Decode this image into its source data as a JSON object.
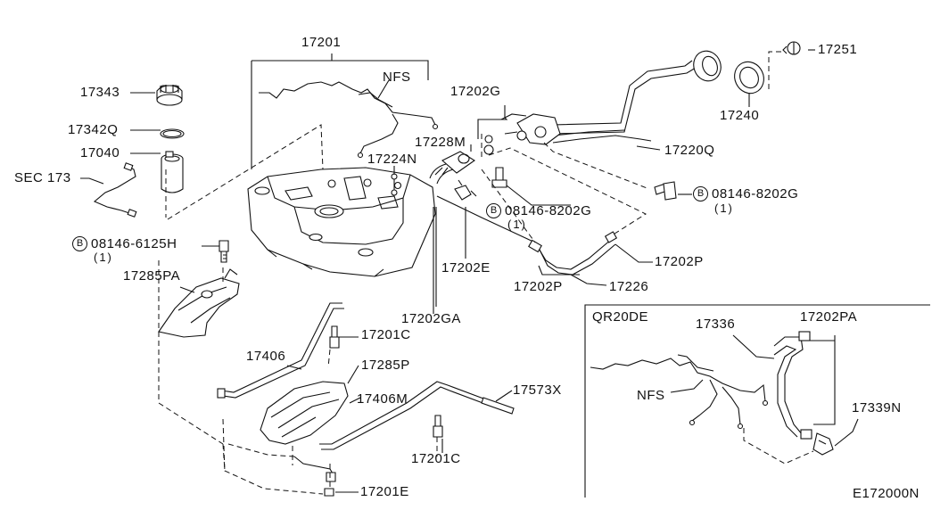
{
  "labels": {
    "p17201": "17201",
    "nfs_top": "NFS",
    "p17343": "17343",
    "p17342q": "17342Q",
    "p17040": "17040",
    "sec173": "SEC 173",
    "p17202g": "17202G",
    "p17228m": "17228M",
    "p17224n": "17224N",
    "p17251": "17251",
    "p17240": "17240",
    "p17220q": "17220Q",
    "bolt_a": "08146-8202G",
    "bolt_a_qty": "(1)",
    "bolt_b": "08146-8202G",
    "bolt_b_qty": "(1)",
    "bolt_c": "08146-6125H",
    "bolt_c_qty": "(1)",
    "p17285pa": "17285PA",
    "p17202e": "17202E",
    "p17202p_a": "17202P",
    "p17202p_b": "17202P",
    "p17226": "17226",
    "p17202ga": "17202GA",
    "p17201c_a": "17201C",
    "p17406": "17406",
    "p17285p": "17285P",
    "p17406m": "17406M",
    "p17573x": "17573X",
    "p17201c_b": "17201C",
    "p17201e": "17201E",
    "inset_title": "QR20DE",
    "p17336": "17336",
    "p17202pa": "17202PA",
    "nfs_inset": "NFS",
    "p17339n": "17339N",
    "diagram_code": "E172000N",
    "bolt_symbol": "B"
  }
}
